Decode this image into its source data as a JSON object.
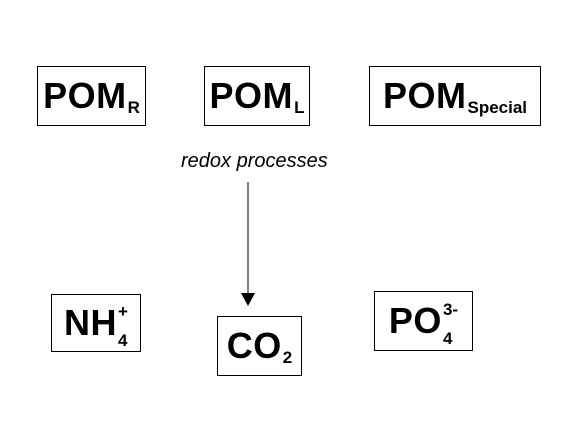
{
  "boxes": {
    "pom_r": {
      "main": "POM",
      "sub": "R"
    },
    "pom_l": {
      "main": "POM",
      "sub": "L"
    },
    "pom_special": {
      "main": "POM",
      "sub": "Special"
    },
    "nh4": {
      "main": "NH",
      "sub": "4",
      "sup": "+"
    },
    "co2": {
      "main": "CO",
      "sub": "2"
    },
    "po4": {
      "main": "PO",
      "sub": "4",
      "sup": "3-"
    }
  },
  "edge_label": "redox processes"
}
